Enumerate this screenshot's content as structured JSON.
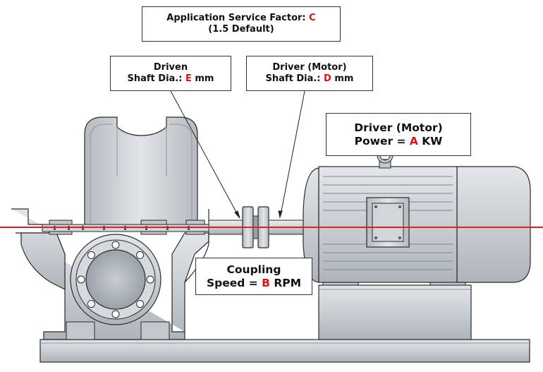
{
  "diagram": {
    "subject": "Horizontal split-case pump driven by electric motor through a flexible coupling",
    "colors": {
      "variable_highlight": "#e01010",
      "centerline": "#e02020",
      "machine_fill": "#c8cdd3",
      "machine_light": "#dde1e5",
      "machine_dark": "#9aa1a8",
      "outline": "#2a2a2a"
    },
    "labels": {
      "service_factor": {
        "line1_prefix": "Application Service Factor: ",
        "line1_var": "C",
        "line2": "(1.5 Default)"
      },
      "driven_shaft": {
        "line1": "Driven",
        "line2_prefix": "Shaft Dia.: ",
        "line2_var": "E",
        "line2_suffix": " mm"
      },
      "driver_shaft": {
        "line1": "Driver (Motor)",
        "line2_prefix": "Shaft Dia.: ",
        "line2_var": "D",
        "line2_suffix": " mm"
      },
      "driver_power": {
        "line1": "Driver (Motor)",
        "line2_prefix": "Power = ",
        "line2_var": "A",
        "line2_suffix": " KW"
      },
      "coupling_speed": {
        "line1": "Coupling",
        "line2_prefix": "Speed = ",
        "line2_var": "B",
        "line2_suffix": " RPM"
      }
    },
    "components": [
      "pump",
      "flange",
      "pump-shaft",
      "coupling",
      "motor-shaft",
      "motor",
      "motor-base",
      "base-plate",
      "centerline"
    ]
  }
}
